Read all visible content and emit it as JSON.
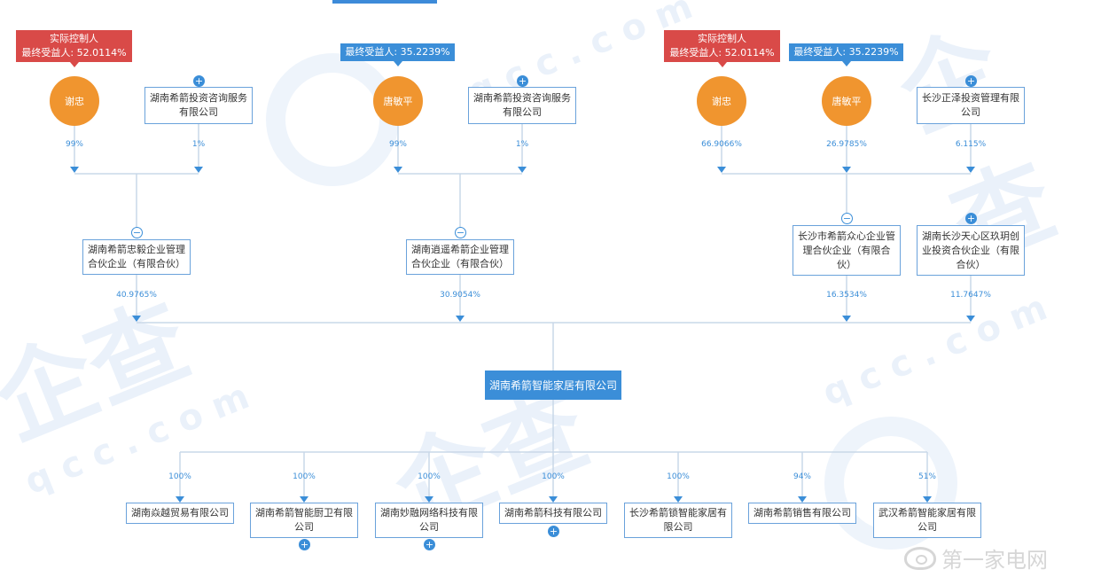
{
  "tags": {
    "controller": "实际控制人",
    "beneficiary_xie": "最终受益人: 52.0114%",
    "beneficiary_tang": "最终受益人: 35.2239%"
  },
  "persons": {
    "xie": "谢忠",
    "tang": "唐敏平"
  },
  "companies": {
    "hunan_consult": "湖南希箭投资咨询服务有限公司",
    "changsha_zhengze": "长沙正泽投资管理有限公司",
    "zhongyi": "湖南希箭忠毅企业管理合伙企业（有限合伙）",
    "xiaoyao": "湖南逍遥希箭企业管理合伙企业（有限合伙）",
    "zhongxin": "长沙市希箭众心企业管理合伙企业（有限合伙）",
    "tianxin": "湖南长沙天心区玖玥创业投资合伙企业（有限合伙）",
    "center": "湖南希箭智能家居有限公司"
  },
  "subsidiaries": [
    {
      "name": "湖南焱越贸易有限公司",
      "pct": "100%"
    },
    {
      "name": "湖南希箭智能厨卫有限公司",
      "pct": "100%"
    },
    {
      "name": "湖南妙融网络科技有限公司",
      "pct": "100%"
    },
    {
      "name": "湖南希箭科技有限公司",
      "pct": "100%"
    },
    {
      "name": "长沙希箭锁智能家居有限公司",
      "pct": "100%"
    },
    {
      "name": "湖南希箭销售有限公司",
      "pct": "94%"
    },
    {
      "name": "武汉希箭智能家居有限公司",
      "pct": "51%"
    }
  ],
  "percentages": {
    "g1_xie": "99%",
    "g1_consult": "1%",
    "g2_tang": "99%",
    "g2_consult": "1%",
    "g3_xie": "66.9066%",
    "g3_tang": "26.9785%",
    "g3_zhengze": "6.115%",
    "zhongyi": "40.9765%",
    "xiaoyao": "30.9054%",
    "zhongxin": "16.3534%",
    "tianxin": "11.7647%"
  },
  "expand": {
    "plus": "+",
    "minus": "−"
  },
  "watermark": {
    "logo_text": "企查",
    "url_text": "qcc.com",
    "weibo_text": "第一家电网"
  },
  "colors": {
    "accent": "#3b8ed8",
    "controller_tag": "#d94a48",
    "person": "#f0952f"
  }
}
